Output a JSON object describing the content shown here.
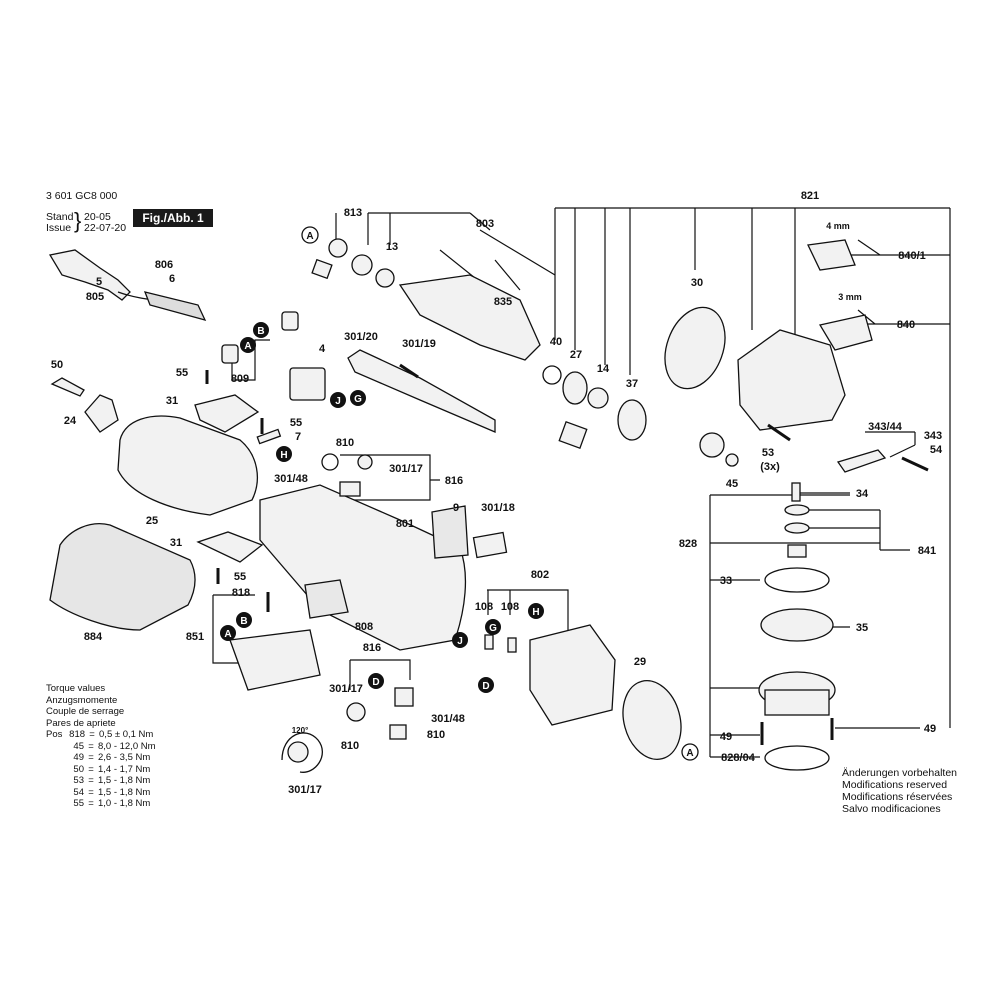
{
  "header": {
    "part_number": "3 601 GC8 000",
    "stand_label": "Stand",
    "issue_label": "Issue",
    "stand_value": "20-05",
    "issue_value": "22-07-20",
    "figure_tag": "Fig./Abb. 1"
  },
  "torque": {
    "title_lines": [
      "Torque values",
      "Anzugsmomente",
      "Couple de serrage",
      "Pares de apriete"
    ],
    "pos_label": "Pos",
    "rows": [
      {
        "pos": "818",
        "value": "0,5 ± 0,1 Nm"
      },
      {
        "pos": "45",
        "value": "8,0 - 12,0 Nm"
      },
      {
        "pos": "49",
        "value": "2,6 - 3,5 Nm"
      },
      {
        "pos": "50",
        "value": "1,4 - 1,7 Nm"
      },
      {
        "pos": "53",
        "value": "1,5 - 1,8 Nm"
      },
      {
        "pos": "54",
        "value": "1,5 - 1,8 Nm"
      },
      {
        "pos": "55",
        "value": "1,0 - 1,8 Nm"
      }
    ]
  },
  "modifications": [
    "Änderungen vorbehalten",
    "Modifications reserved",
    "Modifications réservées",
    "Salvo modificaciones"
  ],
  "part_labels": {
    "p5": "5",
    "p805": "805",
    "p806": "806",
    "p6": "6",
    "p50": "50",
    "p24": "24",
    "p55a": "55",
    "p809": "809",
    "p31a": "31",
    "p55b": "55",
    "p7": "7",
    "p25": "25",
    "p31b": "31",
    "p55c": "55",
    "p884": "884",
    "p818": "818",
    "p851": "851",
    "p813": "813",
    "p13": "13",
    "p803": "803",
    "p835": "835",
    "p30120": "301/20",
    "p30119": "301/19",
    "p4": "4",
    "p810a": "810",
    "p30117a": "301/17",
    "p816a": "816",
    "p30148a": "301/48",
    "p801": "801",
    "p9": "9",
    "p30118": "301/18",
    "p808": "808",
    "p802": "802",
    "p108a": "108",
    "p108b": "108",
    "p816b": "816",
    "p30117b": "301/17",
    "p30148b": "301/48",
    "p810b": "810",
    "p120": "120°",
    "p810c": "810",
    "p30117c": "301/17",
    "p40": "40",
    "p27": "27",
    "p14": "14",
    "p37": "37",
    "p30": "30",
    "p29": "29",
    "p821": "821",
    "p4mm": "4 mm",
    "p8401": "840/1",
    "p3mm": "3 mm",
    "p840": "840",
    "p34344": "343/44",
    "p343": "343",
    "p54": "54",
    "p53": "53",
    "p3x": "(3x)",
    "p45": "45",
    "p34": "34",
    "p828": "828",
    "p841": "841",
    "p33": "33",
    "p35": "35",
    "p49a": "49",
    "p49b": "49",
    "p82804": "828/04"
  },
  "callouts": {
    "A": "A",
    "B": "B",
    "D": "D",
    "G": "G",
    "H": "H",
    "J": "J"
  }
}
